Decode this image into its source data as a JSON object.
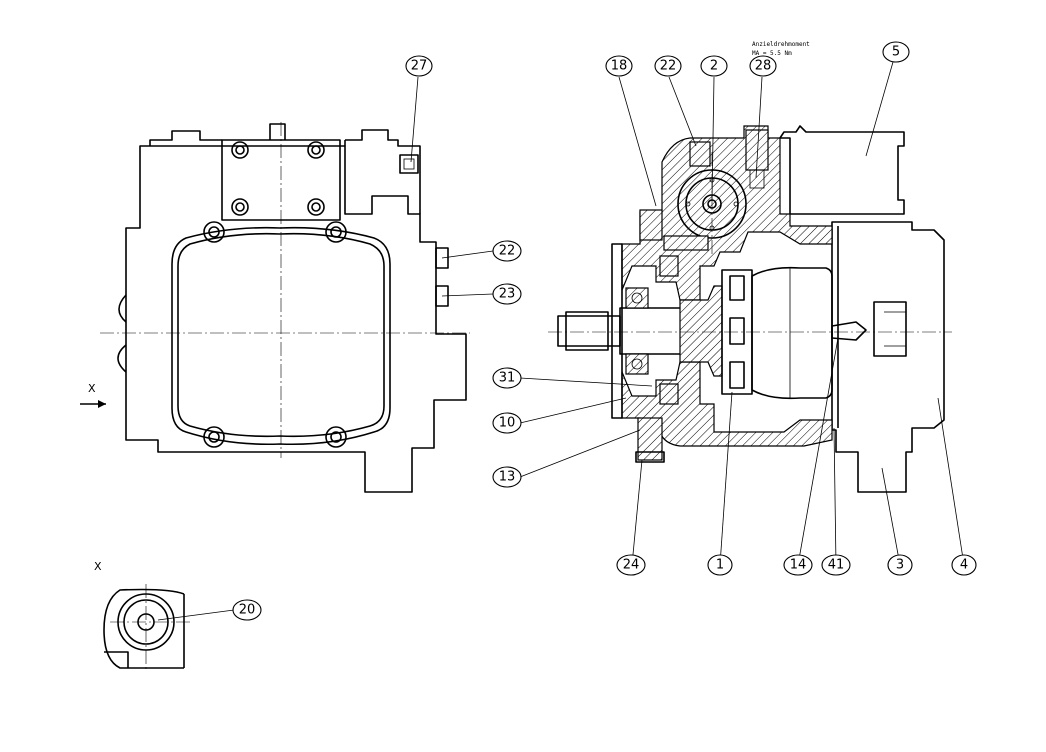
{
  "annotation": {
    "line1": "Anzieldrehmoment",
    "line2": "MA = 5.5 Nm"
  },
  "view_labels": {
    "arrow_label": "X",
    "detail_label": "X"
  },
  "callouts": [
    {
      "id": "c27",
      "text": "27"
    },
    {
      "id": "c18",
      "text": "18"
    },
    {
      "id": "c22a",
      "text": "22"
    },
    {
      "id": "c2",
      "text": "2"
    },
    {
      "id": "c28",
      "text": "28"
    },
    {
      "id": "c5",
      "text": "5"
    },
    {
      "id": "c22b",
      "text": "22"
    },
    {
      "id": "c23",
      "text": "23"
    },
    {
      "id": "c31",
      "text": "31"
    },
    {
      "id": "c10",
      "text": "10"
    },
    {
      "id": "c13",
      "text": "13"
    },
    {
      "id": "c24",
      "text": "24"
    },
    {
      "id": "c1",
      "text": "1"
    },
    {
      "id": "c14",
      "text": "14"
    },
    {
      "id": "c41",
      "text": "41"
    },
    {
      "id": "c3",
      "text": "3"
    },
    {
      "id": "c4",
      "text": "4"
    },
    {
      "id": "c20",
      "text": "20"
    }
  ]
}
